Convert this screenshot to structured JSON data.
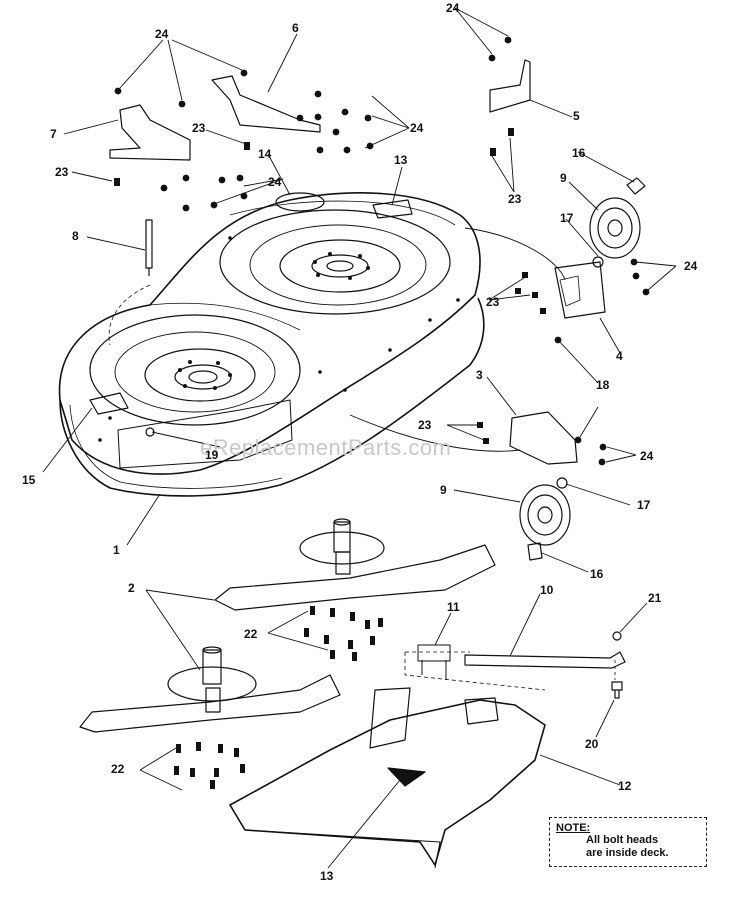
{
  "watermark": "eReplacementParts.com",
  "note": {
    "heading": "NOTE:",
    "line1": "All bolt heads",
    "line2": "are inside deck."
  },
  "callouts": {
    "c1": "1",
    "c2": "2",
    "c3": "3",
    "c4": "4",
    "c5": "5",
    "c6": "6",
    "c7": "7",
    "c8": "8",
    "c9a": "9",
    "c9b": "9",
    "c10": "10",
    "c11": "11",
    "c12": "12",
    "c13a": "13",
    "c13b": "13",
    "c14": "14",
    "c15": "15",
    "c16a": "16",
    "c16b": "16",
    "c17a": "17",
    "c17b": "17",
    "c18": "18",
    "c19": "19",
    "c20": "20",
    "c21": "21",
    "c22a": "22",
    "c22b": "22",
    "c23a": "23",
    "c23b": "23",
    "c23c": "23",
    "c23d": "23",
    "c23e": "23",
    "c24a": "24",
    "c24b": "24",
    "c24c": "24",
    "c24d": "24",
    "c24e": "24",
    "c24f": "24"
  }
}
